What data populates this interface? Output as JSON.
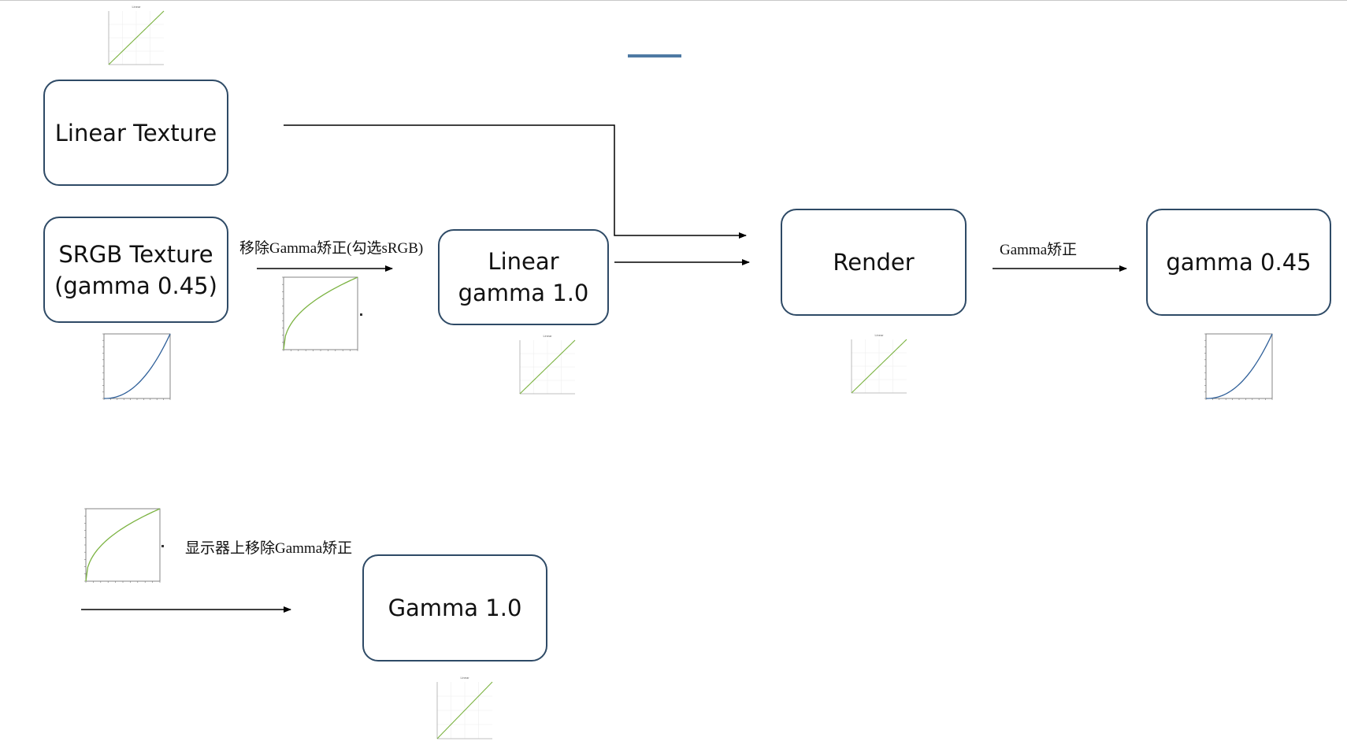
{
  "nodes": {
    "linear_texture": "Linear Texture",
    "srgb_texture": {
      "line1": "SRGB Texture",
      "line2": "(gamma 0.45)"
    },
    "linear_gamma": {
      "line1": "Linear",
      "line2": "gamma 1.0"
    },
    "render": "Render",
    "gamma_045": "gamma 0.45",
    "gamma_10": "Gamma 1.0"
  },
  "edge_labels": {
    "remove_gamma_srgb": "移除Gamma矫正(勾选sRGB)",
    "gamma_correction": "Gamma矫正",
    "display_remove_gamma": "显示器上移除Gamma矫正"
  },
  "curve_thumbnails": [
    {
      "curve": "linear",
      "color": "#7cb342",
      "title": "Linear"
    },
    {
      "curve": "gamma_encode",
      "color": "#7cb342",
      "title": ""
    },
    {
      "curve": "gamma_decode",
      "color": "#2e5f99",
      "title": ""
    }
  ],
  "colors": {
    "node_border": "#2e4a66",
    "accent": "#4e7aa3",
    "linear_curve": "#7cb342",
    "gamma_curve": "#2e5f99"
  }
}
